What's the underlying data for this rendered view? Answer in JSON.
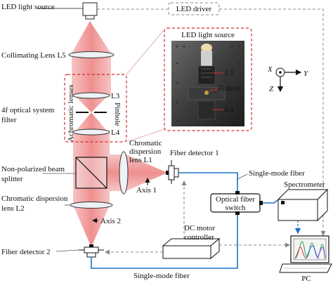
{
  "labels": {
    "led_light_source": "LED light source",
    "led_driver": "LED driver",
    "collimating_lens": "Collimating Lens L5",
    "achromatic_lenses": "Achromatic lenses",
    "l3": "L3",
    "l4": "L4",
    "pinhole": "Pinhole",
    "optical_system_line1": "4f optical system",
    "optical_system_line2": "filter",
    "inset_title": "LED light source",
    "inset_l3": "L3",
    "inset_pinhole": "Pinhole",
    "inset_l4": "L4",
    "axis_x": "X",
    "axis_y": "Y",
    "axis_z": "Z",
    "cd_l1_line1": "Chromatic",
    "cd_l1_line2": "dispersion",
    "cd_l1_line3": "lens L1",
    "fiber_detector_1": "Fiber detector 1",
    "axis_1": "Axis 1",
    "npbs_line1": "Non-polarized beam",
    "npbs_line2": "splitter",
    "cd_l2_line1": "Chromatic dispersion",
    "cd_l2_line2": "lens L2",
    "axis_2": "Axis 2",
    "single_mode_fiber_top": "Single-mode fiber",
    "optical_fiber_switch_line1": "Optical fiber",
    "optical_fiber_switch_line2": "switch",
    "spectrometer": "Spectrometer",
    "dc_motor_line1": "DC motor",
    "dc_motor_line2": "controller",
    "fiber_detector_2": "Fiber detector 2",
    "single_mode_fiber_bottom": "Single-mode fiber",
    "pc": "PC"
  },
  "colors": {
    "beam": "#f2a0a0",
    "beam_dark": "#e57c7c",
    "fiber": "#1a73c8",
    "dashed": "#888888",
    "inset_border": "#d42c2c",
    "lens_fill": "#eef1f5",
    "lens_stroke": "#333333"
  }
}
